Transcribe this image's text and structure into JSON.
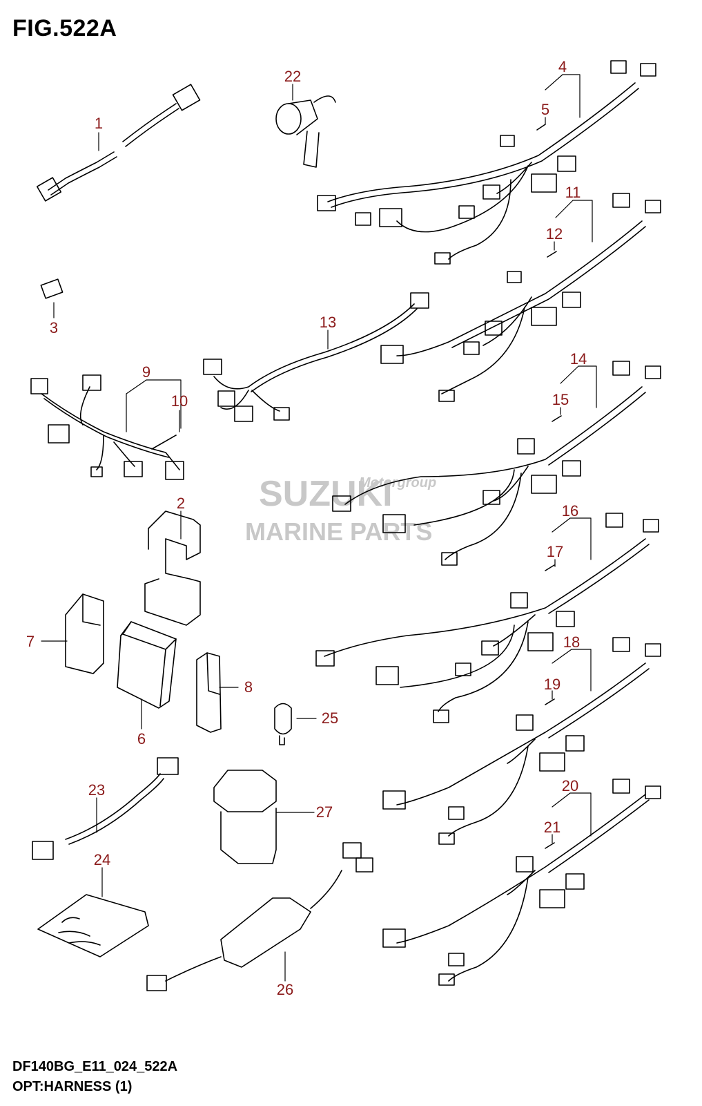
{
  "figure": {
    "title": "FIG.522A",
    "code": "DF140BG_E11_024_522A",
    "caption": "OPT:HARNESS (1)"
  },
  "watermark": {
    "brand": "SUZUKI",
    "line2": "MARINE PARTS",
    "sub": "Motorgroup"
  },
  "callouts": [
    "1",
    "2",
    "3",
    "4",
    "5",
    "6",
    "7",
    "8",
    "9",
    "10",
    "11",
    "12",
    "13",
    "14",
    "15",
    "16",
    "17",
    "18",
    "19",
    "20",
    "21",
    "22",
    "23",
    "24",
    "25",
    "26",
    "27"
  ],
  "colors": {
    "callout": "#8b1a1a",
    "line": "#000000",
    "watermark": "#c8c8c8"
  }
}
